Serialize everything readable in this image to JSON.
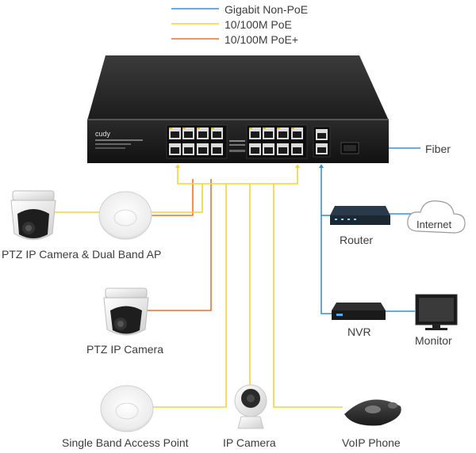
{
  "legend": [
    {
      "label": "Gigabit Non-PoE",
      "color": "#3a8fd8"
    },
    {
      "label": "10/100M PoE",
      "color": "#f2d43a"
    },
    {
      "label": "10/100M PoE+",
      "color": "#e8742c"
    }
  ],
  "switch": {
    "brand": "cudy"
  },
  "labels": {
    "fiber": "Fiber",
    "router": "Router",
    "internet": "Internet",
    "nvr": "NVR",
    "monitor": "Monitor",
    "ptz_ap": "PTZ IP Camera & Dual Band AP",
    "ptz": "PTZ IP Camera",
    "single_ap": "Single Band Access Point",
    "ip_camera": "IP Camera",
    "voip": "VoIP Phone"
  }
}
